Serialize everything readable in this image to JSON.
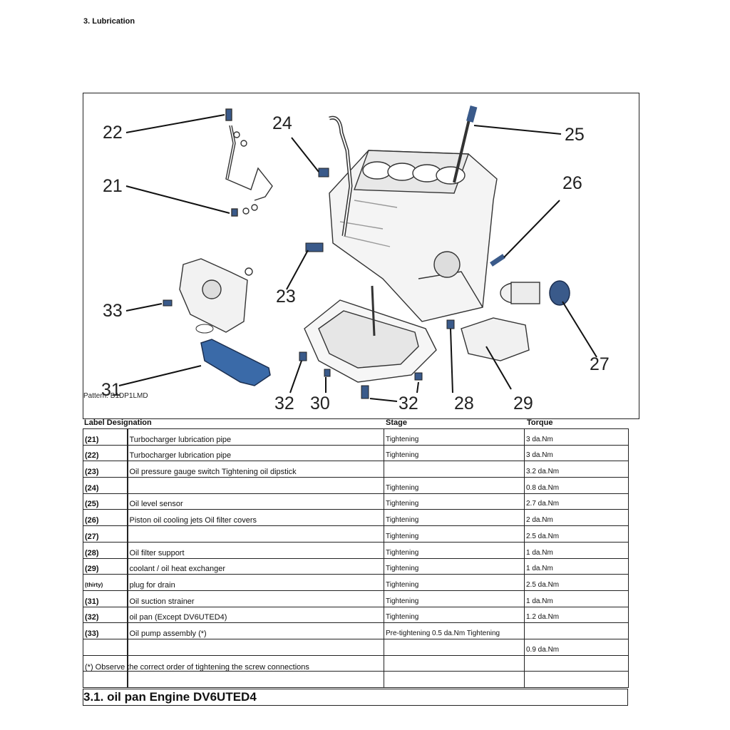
{
  "section_title": "3. Lubrication",
  "figure": {
    "pattern_ref": "Pattern: B1DP1LMD",
    "callouts": [
      "22",
      "21",
      "24",
      "25",
      "26",
      "23",
      "33",
      "27",
      "31",
      "32",
      "30",
      "32",
      "28",
      "29"
    ]
  },
  "table": {
    "headers": {
      "label_designation": "Label Designation",
      "stage": "Stage",
      "torque": "Torque"
    },
    "rows": [
      {
        "label": "(21)",
        "designation": "Turbocharger lubrication pipe",
        "stage": "Tightening",
        "torque": "3 da.Nm"
      },
      {
        "label": "(22)",
        "designation": "Turbocharger lubrication pipe",
        "stage": "Tightening",
        "torque": "3 da.Nm"
      },
      {
        "label": "(23)",
        "designation": "Oil pressure gauge switch Tightening oil dipstick",
        "stage": "",
        "torque": "3.2 da.Nm"
      },
      {
        "label": "(24)",
        "designation": "",
        "stage": "Tightening",
        "torque": "0.8 da.Nm"
      },
      {
        "label": "(25)",
        "designation": "Oil level sensor",
        "stage": "Tightening",
        "torque": "2.7 da.Nm"
      },
      {
        "label": "(26)",
        "designation": "Piston oil cooling jets Oil filter covers",
        "stage": "Tightening",
        "torque": "2 da.Nm"
      },
      {
        "label": "(27)",
        "designation": "",
        "stage": "Tightening",
        "torque": "2.5 da.Nm"
      },
      {
        "label": "(28)",
        "designation": "Oil filter support",
        "stage": "Tightening",
        "torque": "1 da.Nm"
      },
      {
        "label": "(29)",
        "designation": "coolant / oil heat exchanger",
        "stage": "Tightening",
        "torque": "1 da.Nm"
      },
      {
        "label": "(thirty)",
        "designation": "plug for drain",
        "stage": "Tightening",
        "torque": "2.5 da.Nm"
      },
      {
        "label": "(31)",
        "designation": "Oil suction strainer",
        "stage": "Tightening",
        "torque": "1 da.Nm"
      },
      {
        "label": "(32)",
        "designation": "oil pan (Except DV6UTED4)",
        "stage": "Tightening",
        "torque": "1.2 da.Nm"
      },
      {
        "label": "(33)",
        "designation": "Oil pump assembly (*)",
        "stage": "Pre-tightening 0.5 da.Nm Tightening",
        "torque": ""
      },
      {
        "label": "",
        "designation": "",
        "stage": "",
        "torque": "0.9 da.Nm"
      }
    ],
    "note": "(*) Observe the correct order of tightening the screw connections"
  },
  "subsection_title": "3.1. oil pan Engine DV6UTED4"
}
